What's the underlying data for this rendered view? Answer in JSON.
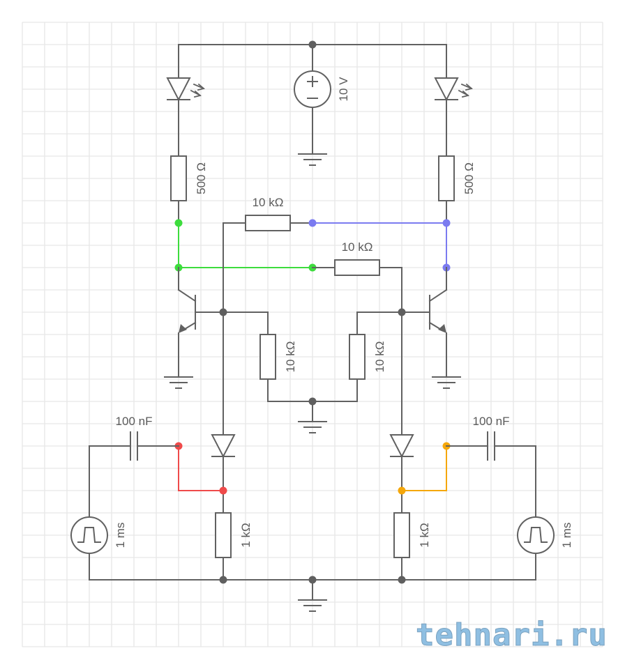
{
  "title": "Transistor flip-flop (bistable multivibrator) circuit with LED indicators",
  "colors": {
    "wire": "#616161",
    "grid": "#e6e6e6",
    "net_green": "#3ddc3d",
    "net_blue": "#7b7bf0",
    "net_red": "#ef4a4a",
    "net_orange": "#f5a70a",
    "watermark": "#8fbfe2"
  },
  "components": {
    "supply": {
      "type": "dc-voltage-source",
      "label": "10 V"
    },
    "led_left": {
      "type": "led",
      "label": ""
    },
    "led_right": {
      "type": "led",
      "label": ""
    },
    "r_collector_left": {
      "type": "resistor",
      "label": "500 Ω"
    },
    "r_collector_right": {
      "type": "resistor",
      "label": "500 Ω"
    },
    "r_cross_top": {
      "type": "resistor",
      "label": "10 kΩ"
    },
    "r_cross_bottom": {
      "type": "resistor",
      "label": "10 kΩ"
    },
    "r_base_left": {
      "type": "resistor",
      "label": "10 kΩ"
    },
    "r_base_right": {
      "type": "resistor",
      "label": "10 kΩ"
    },
    "cap_left": {
      "type": "capacitor",
      "label": "100 nF"
    },
    "cap_right": {
      "type": "capacitor",
      "label": "100 nF"
    },
    "pulse_left": {
      "type": "pulse-source",
      "label": "1 ms"
    },
    "pulse_right": {
      "type": "pulse-source",
      "label": "1 ms"
    },
    "r_trigger_left": {
      "type": "resistor",
      "label": "1 kΩ"
    },
    "r_trigger_right": {
      "type": "resistor",
      "label": "1 kΩ"
    },
    "q_left": {
      "type": "npn-transistor",
      "label": ""
    },
    "q_right": {
      "type": "npn-transistor",
      "label": ""
    },
    "d_left": {
      "type": "diode",
      "label": ""
    },
    "d_right": {
      "type": "diode",
      "label": ""
    }
  },
  "watermark": "tehnari.ru"
}
